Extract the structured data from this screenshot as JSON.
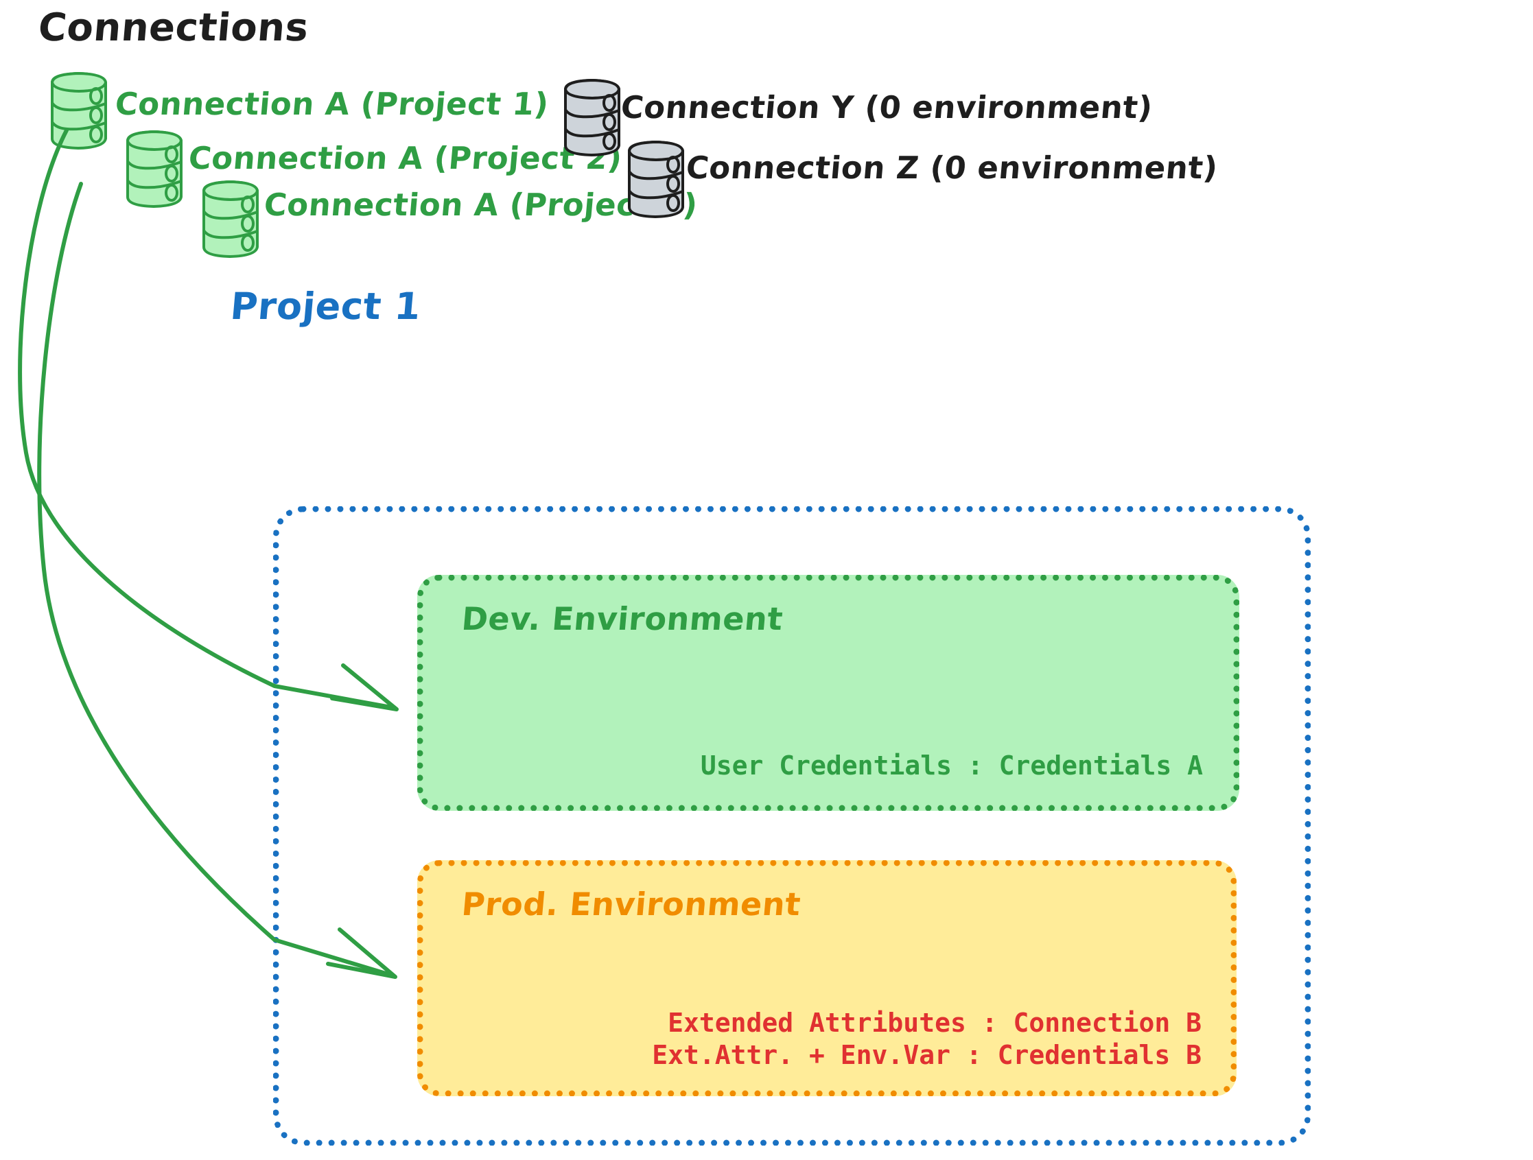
{
  "diagram": {
    "title": "Connections",
    "title_color": "#1e1e1e",
    "background": "#ffffff"
  },
  "connections": {
    "green_color": "#2f9e44",
    "green_fill": "#b2f2bb",
    "grey_color": "#1e1e1e",
    "grey_fill": "#ced4da",
    "items": [
      {
        "label": "Connection A (Project 1)",
        "kind": "green",
        "icon": "database-icon"
      },
      {
        "label": "Connection A (Project 2)",
        "kind": "green",
        "icon": "database-icon"
      },
      {
        "label": "Connection A (Project 3)",
        "kind": "green",
        "icon": "database-icon"
      },
      {
        "label": "Connection Y (0 environment)",
        "kind": "grey",
        "icon": "database-icon"
      },
      {
        "label": "Connection Z (0 environment)",
        "kind": "grey",
        "icon": "database-icon"
      }
    ]
  },
  "project": {
    "title": "Project 1",
    "title_color": "#1971c2",
    "boundary_color": "#1971c2",
    "environments": [
      {
        "name": "Dev. Environment",
        "heading_color": "#2f9e44",
        "fill": "#b2f2bb",
        "border": "#2f9e44",
        "details": [
          "User Credentials : Credentials A"
        ],
        "detail_color": "#2f9e44"
      },
      {
        "name": "Prod. Environment",
        "heading_color": "#f08c00",
        "fill": "#ffec99",
        "border": "#f08c00",
        "details": [
          "Extended Attributes : Connection B",
          "Ext.Attr. + Env.Var : Credentials B"
        ],
        "detail_color": "#e03131"
      }
    ]
  },
  "arrows": [
    {
      "from": "connection-a-project-1",
      "to": "dev-environment",
      "color": "#2f9e44"
    },
    {
      "from": "connection-a-project-1",
      "to": "prod-environment",
      "color": "#2f9e44"
    }
  ]
}
